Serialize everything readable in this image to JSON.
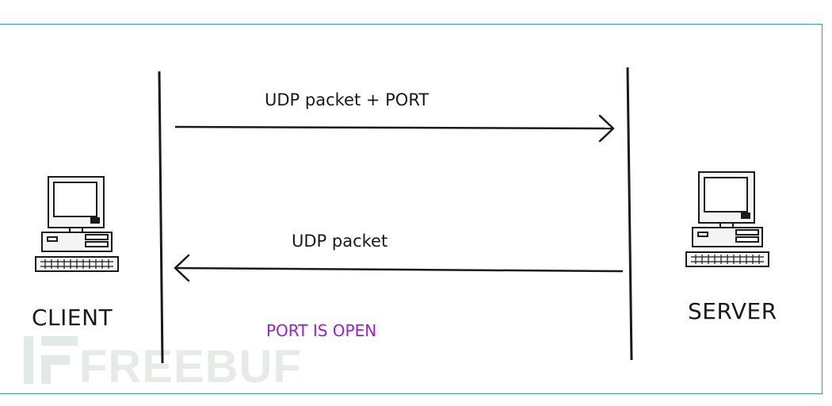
{
  "client": {
    "label": "CLIENT"
  },
  "server": {
    "label": "SERVER"
  },
  "messages": [
    {
      "label": "UDP packet + PORT",
      "direction": "client-to-server"
    },
    {
      "label": "UDP packet",
      "direction": "server-to-client"
    }
  ],
  "status": {
    "text": "PORT IS OPEN",
    "color": "#a020c8"
  },
  "watermark": {
    "text": "FREEBUF",
    "color": "#e6ebe8"
  },
  "colors": {
    "frame": "#3f9aa6",
    "line": "#1a1a1a"
  }
}
